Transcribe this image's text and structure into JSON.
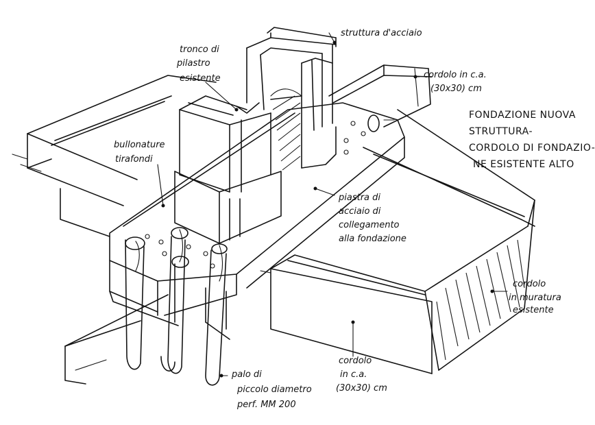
{
  "title_block": {
    "line1": "FONDAZIONE NUOVA",
    "line2": "STRUTTURA-",
    "line3": "CORDOLO DI FONDAZIO-",
    "line4": "NE ESISTENTE ALTO"
  },
  "labels": {
    "steel_structure": "struttura d'acciaio",
    "column_stub_1": "tronco di",
    "column_stub_2": "pilastro",
    "column_stub_3": "esistente",
    "ca_beam_top_1": "cordolo in c.a.",
    "ca_beam_top_2": "(30x30) cm",
    "anchor_bolts_1": "bullonature",
    "anchor_bolts_2": "tirafondi",
    "steel_plate_1": "piastra di",
    "steel_plate_2": "acciaio di",
    "steel_plate_3": "collegamento",
    "steel_plate_4": "alla fondazione",
    "masonry_beam_1": "cordolo",
    "masonry_beam_2": "in muratura",
    "masonry_beam_3": "esistente",
    "micropile_1": "palo di",
    "micropile_2": "piccolo diametro",
    "micropile_3": "perf. MM 200",
    "ca_beam_bottom_1": "cordolo",
    "ca_beam_bottom_2": "in c.a.",
    "ca_beam_bottom_3": "(30x30) cm"
  }
}
